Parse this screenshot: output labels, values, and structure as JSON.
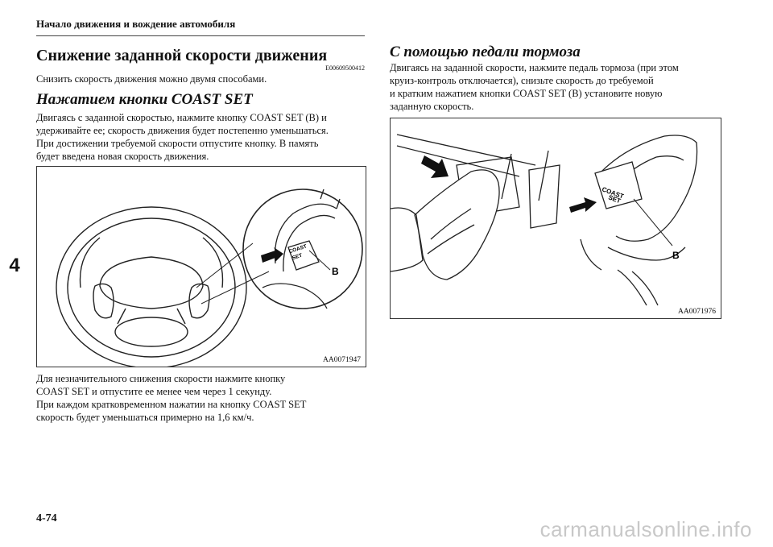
{
  "header": {
    "title": "Начало движения и вождение автомобиля"
  },
  "chapter_number": "4",
  "section": {
    "title": "Снижение заданной скорости движения",
    "code": "E00609500412",
    "intro": "Снизить скорость движения можно двумя способами."
  },
  "left": {
    "subheading": "Нажатием кнопки COAST SET",
    "para_lines": [
      "Двигаясь с заданной скоростью, нажмите кнопку COAST SET (B) и",
      "удерживайте ее; скорость движения будет постепенно уменьшаться.",
      "При достижении требуемой скорости отпустите кнопку. В память",
      "будет введена новая скорость движения."
    ],
    "figure": {
      "code": "AA0071947",
      "button_text": "COAST SET",
      "button_line1": "COAST",
      "button_line2": "SET",
      "callout": "B"
    },
    "after_lines": [
      "Для незначительного снижения скорости нажмите кнопку",
      "COAST SET и отпустите ее менее чем через 1 секунду.",
      "При каждом кратковременном нажатии на кнопку COAST SET",
      "скорость будет уменьшаться примерно на 1,6 км/ч."
    ]
  },
  "right": {
    "subheading": "С помощью педали тормоза",
    "para_lines": [
      "Двигаясь на заданной скорости, нажмите педаль тормоза (при этом",
      "круиз-контроль отключается), снизьте скорость до требуемой",
      "и кратким нажатием кнопки COAST SET (B) установите новую",
      "заданную скорость."
    ],
    "figure": {
      "code": "AA0071976",
      "button_line1": "COAST",
      "button_line2": "SET",
      "callout": "B"
    }
  },
  "footer": {
    "page_number": "4-74",
    "watermark": "carmanualsonline.info"
  }
}
